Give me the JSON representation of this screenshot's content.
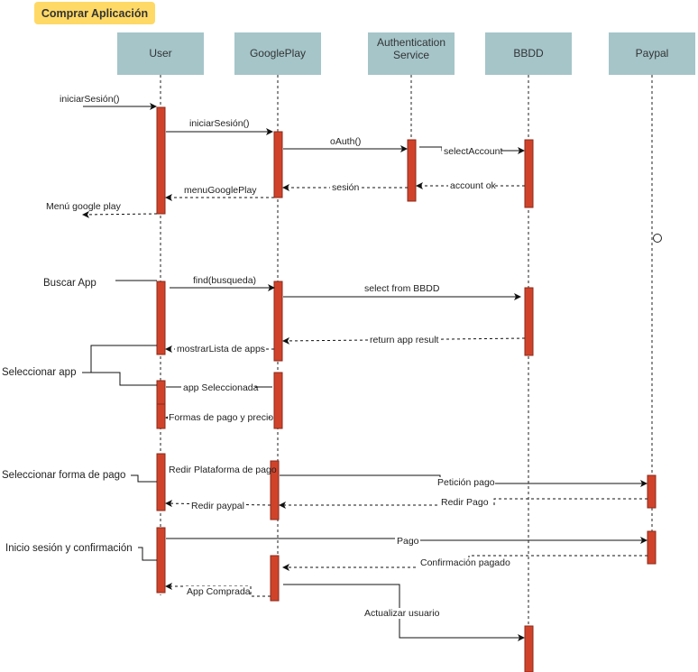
{
  "title": "Comprar Aplicación",
  "colors": {
    "title_bg": "#FFD966",
    "participant_bg": "#A5C5C9",
    "activation": "#D0432A"
  },
  "participants": [
    "User",
    "GooglePlay",
    "Authentication\nService",
    "BBDD",
    "Paypal"
  ],
  "participant_lines": {
    "auth_line1": "Authentication",
    "auth_line2": "Service"
  },
  "actions": {
    "buscar": "Buscar App",
    "seleccionar_app": "Seleccionar app",
    "seleccionar_pago": "Seleccionar forma de pago",
    "inicio_sesion": "Inicio sesión y confirmación"
  },
  "messages": {
    "m1": "iniciarSesión()",
    "m2": "iniciarSesión()",
    "m3": "oAuth()",
    "m4": "selectAccount",
    "m5": "account ok",
    "m6": "sesión",
    "m7": "menuGooglePlay",
    "m8": "Menú google play",
    "m9": "find(busqueda)",
    "m10": "select from BBDD",
    "m11": "return app result",
    "m12": "mostrarLista de apps",
    "m13": "app Seleccionada",
    "m14": "Formas de pago y precio",
    "m15": "Redir Plataforma de pago",
    "m16": "Petición pago",
    "m17": "Redir Pago",
    "m18": "Redir paypal",
    "m19": "Pago",
    "m20": "Confirmación pagado",
    "m21": "App Comprada",
    "m22": "Actualizar usuario"
  }
}
